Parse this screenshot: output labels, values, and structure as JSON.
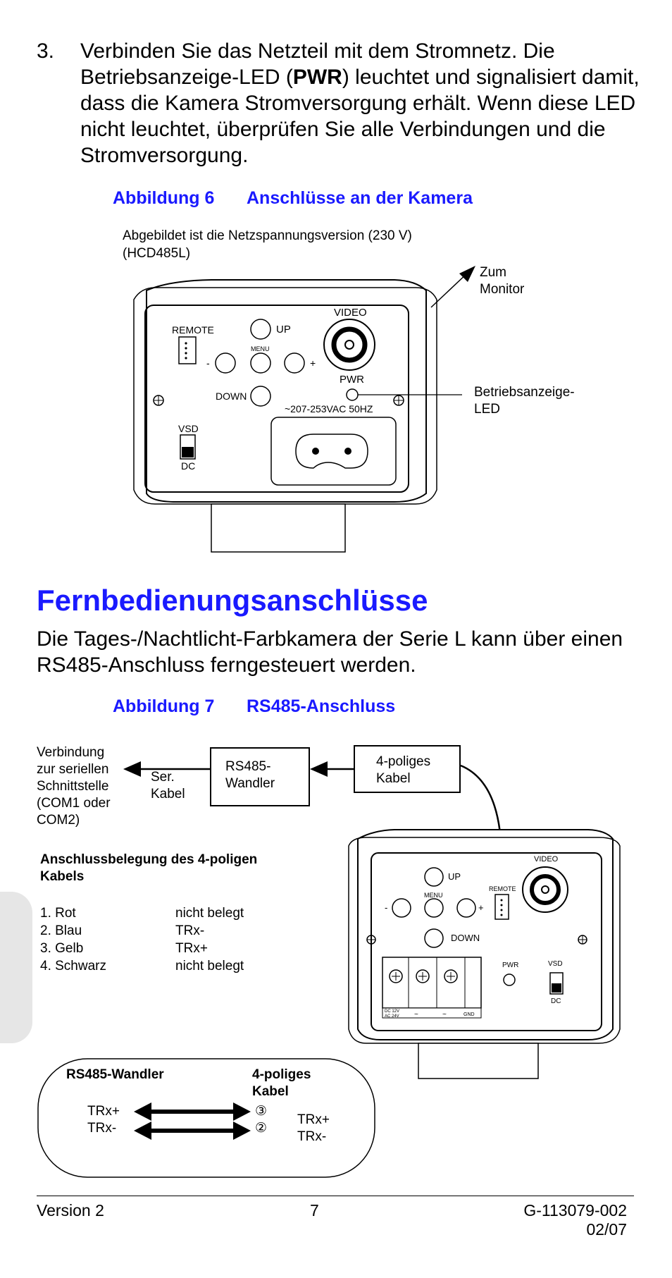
{
  "step": {
    "number": "3.",
    "text_before": "Verbinden Sie das Netzteil mit dem Stromnetz. Die Betriebsanzeige-LED (",
    "bold": "PWR",
    "text_after": ") leuchtet und signalisiert damit, dass die Kamera Stromversorgung erhält. Wenn diese LED nicht leuchtet, überprüfen Sie alle Verbindungen und die Stromversorgung."
  },
  "figure6": {
    "label": "Abbildung 6",
    "title": "Anschlüsse an der Kamera",
    "caption_line1": "Abgebildet ist die Netzspannungsversion (230 V)",
    "caption_line2": "(HCD485L)",
    "to_monitor_1": "Zum",
    "to_monitor_2": "Monitor",
    "led_label_1": "Betriebsanzeige-",
    "led_label_2": "LED",
    "camera": {
      "remote": "REMOTE",
      "up": "UP",
      "menu": "MENU",
      "down": "DOWN",
      "minus": "-",
      "plus": "+",
      "video": "VIDEO",
      "pwr": "PWR",
      "voltage": "~207-253VAC 50HZ",
      "vsd": "VSD",
      "dc": "DC"
    }
  },
  "section": {
    "heading": "Fernbedienungsanschlüsse",
    "paragraph": "Die Tages-/Nachtlicht-Farbkamera der Serie L kann über einen RS485-Anschluss ferngesteuert werden."
  },
  "figure7": {
    "label": "Abbildung 7",
    "title": "RS485-Anschluss",
    "serial_lines": [
      "Verbindung",
      "zur seriellen",
      "Schnittstelle",
      "(COM1 oder",
      "COM2)"
    ],
    "ser_kabel_1": "Ser.",
    "ser_kabel_2": "Kabel",
    "converter_1": "RS485-",
    "converter_2": "Wandler",
    "cable_1": "4-poliges",
    "cable_2": "Kabel",
    "pinout_title_1": "Anschlussbelegung des 4-poligen",
    "pinout_title_2": "Kabels",
    "pinout": [
      {
        "wire": "1. Rot",
        "signal": "nicht belegt"
      },
      {
        "wire": "2. Blau",
        "signal": "TRx-"
      },
      {
        "wire": "3. Gelb",
        "signal": "TRx+"
      },
      {
        "wire": "4. Schwarz",
        "signal": "nicht belegt"
      }
    ],
    "camera": {
      "up": "UP",
      "menu": "MENU",
      "down": "DOWN",
      "minus": "-",
      "plus": "+",
      "remote": "REMOTE",
      "video": "VIDEO",
      "pwr": "PWR",
      "vsd": "VSD",
      "dc": "DC",
      "terminal_1a": "DC 12V",
      "terminal_1b": "AC 24V",
      "terminal_2": "~",
      "terminal_3": "~",
      "terminal_4": "GND"
    },
    "wiring": {
      "left_title": "RS485-Wandler",
      "right_title_1": "4-poliges",
      "right_title_2": "Kabel",
      "left_plus": "TRx+",
      "left_minus": "TRx-",
      "pin_3": "③",
      "pin_2": "②",
      "right_plus": "TRx+",
      "right_minus": "TRx-"
    }
  },
  "footer": {
    "version": "Version 2",
    "page": "7",
    "doc_number": "G-113079-002",
    "date": "02/07"
  }
}
